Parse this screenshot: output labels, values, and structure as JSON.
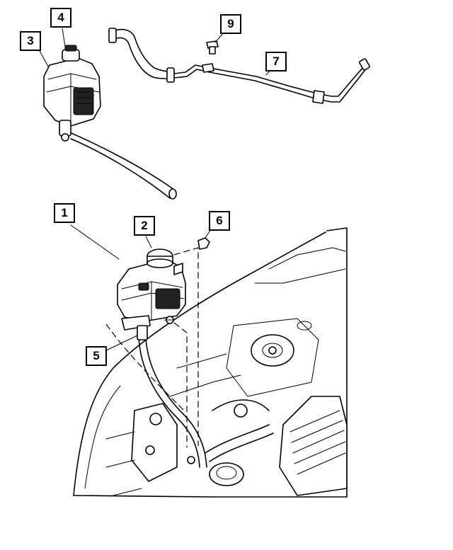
{
  "callouts": [
    {
      "id": "1",
      "label": "1"
    },
    {
      "id": "2",
      "label": "2"
    },
    {
      "id": "3",
      "label": "3"
    },
    {
      "id": "4",
      "label": "4"
    },
    {
      "id": "5",
      "label": "5"
    },
    {
      "id": "6",
      "label": "6"
    },
    {
      "id": "7",
      "label": "7"
    },
    {
      "id": "9",
      "label": "9"
    }
  ]
}
